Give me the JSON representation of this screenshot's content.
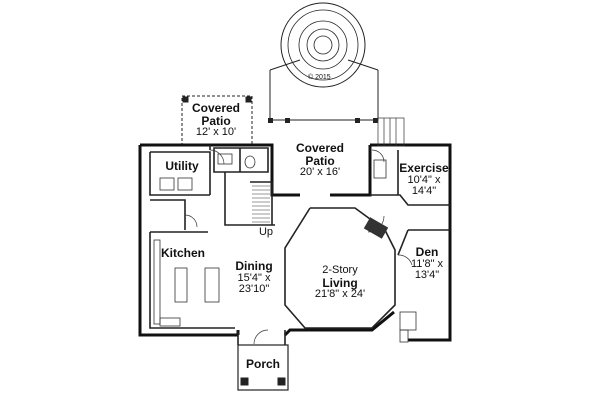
{
  "copyright": "© 2015",
  "rooms": {
    "covered_patio_small": {
      "name_line1": "Covered",
      "name_line2": "Patio",
      "dims": "12' x 10'"
    },
    "covered_patio_large": {
      "name_line1": "Covered",
      "name_line2": "Patio",
      "dims": "20' x 16'"
    },
    "utility": {
      "name": "Utility"
    },
    "exercise": {
      "name": "Exercise",
      "dims_line1": "10'4\" x",
      "dims_line2": "14'4\""
    },
    "kitchen": {
      "name": "Kitchen"
    },
    "dining": {
      "name": "Dining",
      "dims_line1": "15'4\" x",
      "dims_line2": "23'10\""
    },
    "living": {
      "name_line1": "2-Story",
      "name_line2": "Living",
      "dims": "21'8\" x 24'"
    },
    "den": {
      "name": "Den",
      "dims_line1": "11'8\" x",
      "dims_line2": "13'4\""
    },
    "porch": {
      "name": "Porch"
    }
  },
  "stair": {
    "label": "Up"
  }
}
